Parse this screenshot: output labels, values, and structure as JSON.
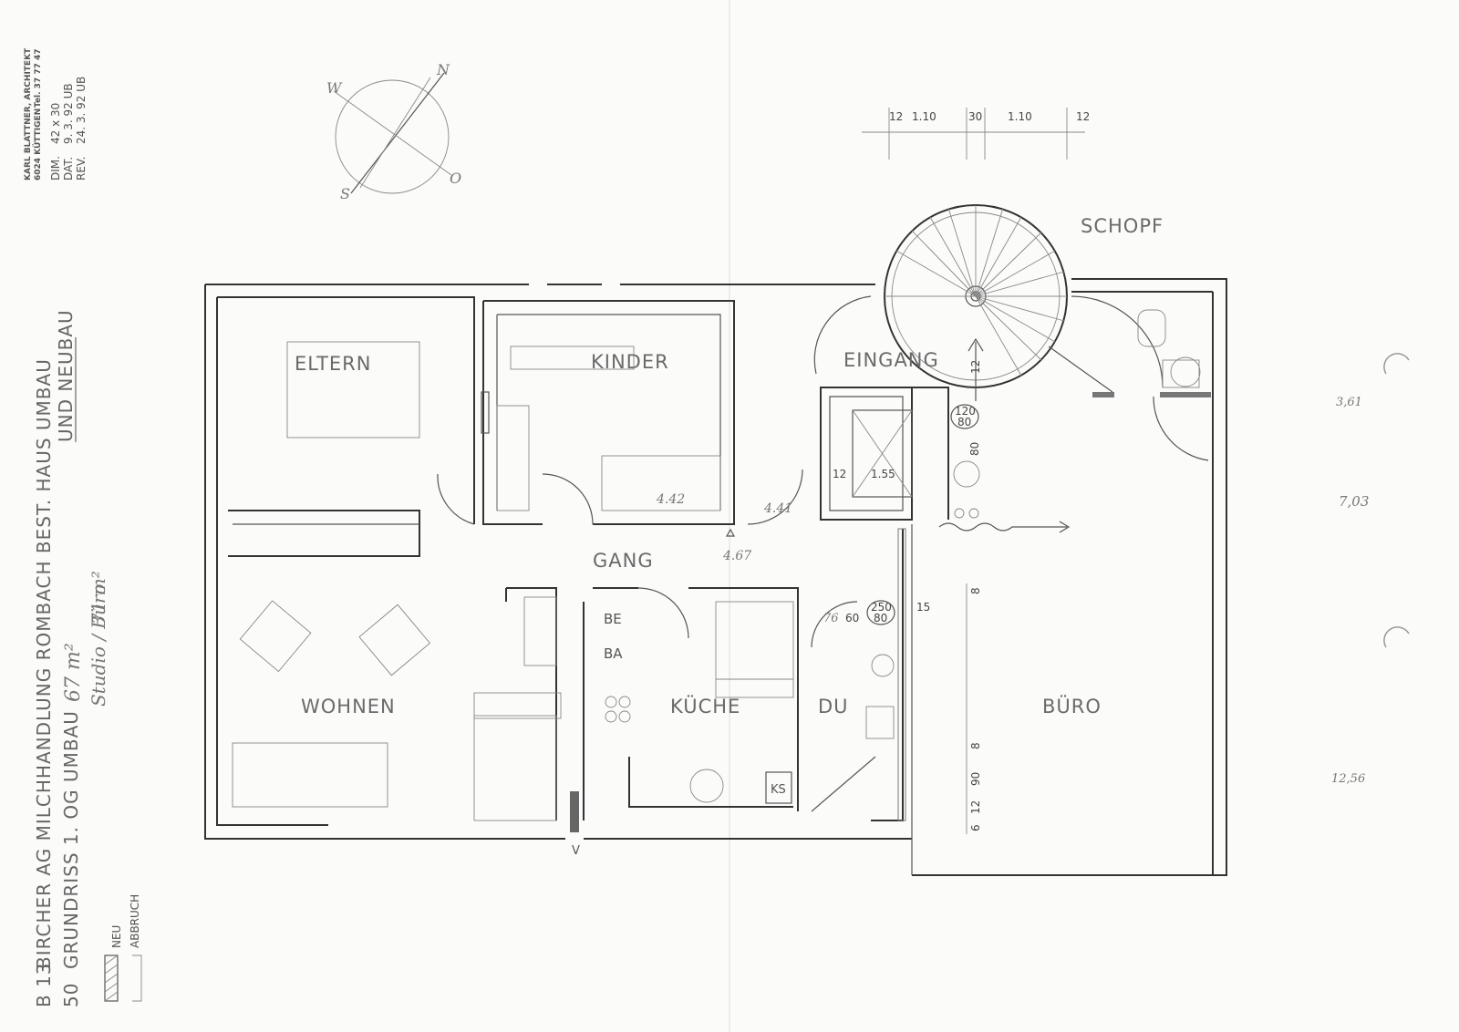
{
  "title_block": {
    "architect_name": "KARL BLATTNER, ARCHITEKT",
    "architect_address": "6024 KÜTTIGEN",
    "architect_phone": "Tel. 37 77 47",
    "dim_label": "DIM.",
    "dim_value": "42 x 30",
    "dat_label": "DAT.",
    "dat_value": "9. 3. 92 UB",
    "rev_label": "REV.",
    "rev_value": "24. 3. 92 UB"
  },
  "compass": {
    "n": "N",
    "s": "S",
    "w": "W",
    "o": "O"
  },
  "project": {
    "number_a": "B 13",
    "line_a": "BIRCHER AG  MILCHHANDLUNG ROMBACH  BEST. HAUS UMBAU",
    "line_a2": "UND NEUBAU",
    "number_b": "50",
    "line_b": "GRUNDRISS   1. OG   UMBAU",
    "area_note": "67 m²",
    "area_note2": "71 m²",
    "studio_note": "Studio / Büro"
  },
  "legend": {
    "neu": "NEU",
    "abbruch": "ABBRUCH"
  },
  "rooms": {
    "eltern": "ELTERN",
    "kinder": "KINDER",
    "eingang": "EINGANG",
    "schopf": "SCHOPF",
    "gang": "GANG",
    "wohnen": "WOHNEN",
    "kueche": "KÜCHE",
    "du": "DU",
    "buero": "BÜRO",
    "beba_1": "BE",
    "beba_2": "BA",
    "ks": "KS"
  },
  "dimensions": {
    "top": [
      "12",
      "1.10",
      "30",
      "1.10",
      "12"
    ],
    "lift_12": "12",
    "lift_155": "1.55",
    "door_120": "120",
    "door_80a": "80",
    "door_80b": "80",
    "door_250": "250",
    "door_80c": "80",
    "dim_76": "76",
    "dim_60": "60",
    "dim_15": "15",
    "stair_12": "12",
    "v_8a": "8",
    "v_8b": "8",
    "v_90": "90",
    "v_12": "12",
    "v_6": "6",
    "level_a": "4.42",
    "level_b": "4.41",
    "level_c": "4.67",
    "section_v": "V"
  },
  "margin_notes": [
    "3,61",
    "7,03",
    "12,56"
  ]
}
